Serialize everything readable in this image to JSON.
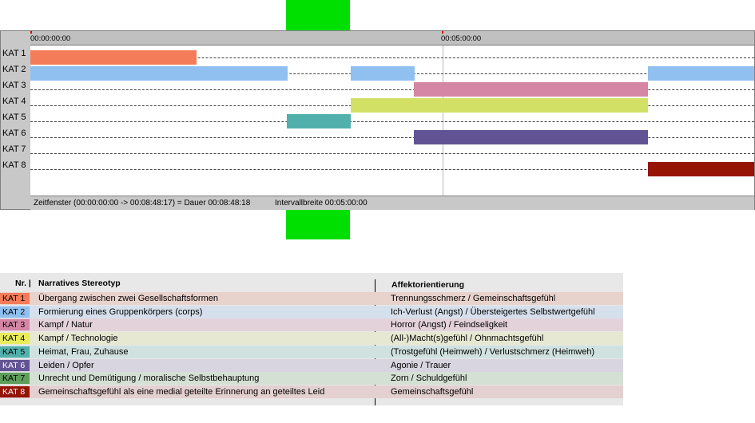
{
  "timeline": {
    "ruler_start": "00:00:00:00",
    "ruler_mid": "00:05:00:00",
    "footer_window": "Zeitfenster (00:00:00:00 -> 00:08:48:17) = Dauer 00:08:48:18",
    "footer_interval": "Intervallbreite 00:05:00:00",
    "lanes": [
      {
        "label": "KAT 1",
        "color": "#f47c58",
        "segments": [
          [
            0,
            208
          ]
        ]
      },
      {
        "label": "KAT 2",
        "color": "#8fc0f0",
        "segments": [
          [
            0,
            322
          ],
          [
            401,
            481
          ],
          [
            773,
            906
          ]
        ]
      },
      {
        "label": "KAT 3",
        "color": "#d486a4",
        "segments": [
          [
            480,
            773
          ]
        ]
      },
      {
        "label": "KAT 4",
        "color": "#d2e066",
        "segments": [
          [
            401,
            773
          ]
        ]
      },
      {
        "label": "KAT 5",
        "color": "#52b0ac",
        "segments": [
          [
            321,
            401
          ]
        ]
      },
      {
        "label": "KAT 6",
        "color": "#625494",
        "segments": [
          [
            480,
            773
          ]
        ]
      },
      {
        "label": "KAT 7",
        "color": "#5f9e5c",
        "segments": []
      },
      {
        "label": "KAT 8",
        "color": "#961404",
        "segments": [
          [
            773,
            906
          ]
        ]
      }
    ]
  },
  "legend": {
    "header_nr": "Nr. |",
    "header_stereotype": "Narratives Stereotyp",
    "header_affect": "Affektorientierung",
    "rows": [
      {
        "kat": "KAT 1",
        "badge_color": "#f47c58",
        "row_color": "#e8d2cc",
        "stereotype": "Übergang zwischen zwei Gesellschaftsformen",
        "affect": "Trennungsschmerz / Gemeinschaftsgefühl"
      },
      {
        "kat": "KAT 2",
        "badge_color": "#8fc0f0",
        "row_color": "#d6e0ec",
        "stereotype": "Formierung eines Gruppenkörpers (corps)",
        "affect": "Ich-Verlust (Angst) / Übersteigertes Selbstwertgefühl"
      },
      {
        "kat": "KAT 3",
        "badge_color": "#d486a4",
        "row_color": "#e4d2da",
        "stereotype": "Kampf / Natur",
        "affect": "Horror (Angst) / Feindseligkeit"
      },
      {
        "kat": "KAT 4",
        "badge_color": "#e8ec5c",
        "row_color": "#e6e8d2",
        "stereotype": "Kampf / Technologie",
        "affect": "(All-)Macht(s)gefühl / Ohnmachtsgefühl"
      },
      {
        "kat": "KAT 5",
        "badge_color": "#52b0ac",
        "row_color": "#d0e2e0",
        "stereotype": "Heimat, Frau, Zuhause",
        "affect": "(Trostgefühl (Heimweh) / Verlustschmerz (Heimweh)"
      },
      {
        "kat": "KAT 6",
        "badge_color": "#625494",
        "row_color": "#d8d4e0",
        "stereotype": "Leiden / Opfer",
        "affect": "Agonie / Trauer"
      },
      {
        "kat": "KAT 7",
        "badge_color": "#5f9e5c",
        "row_color": "#d4e0d4",
        "stereotype": "Unrecht und Demütigung / moralische Selbstbehauptung",
        "affect": "Zorn / Schuldgefühl"
      },
      {
        "kat": "KAT 8",
        "badge_color": "#961404",
        "row_color": "#e4d0d0",
        "stereotype": "Gemeinschaftsgefühl als eine medial geteilte Erinnerung an geteiltes Leid",
        "affect": "Gemeinschaftsgefühl"
      }
    ]
  }
}
